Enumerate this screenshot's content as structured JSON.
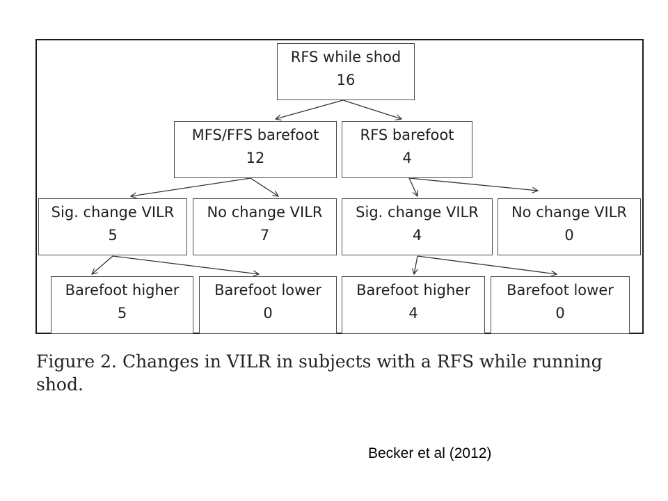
{
  "nodes": {
    "root": {
      "label": "RFS while shod",
      "count": "16"
    },
    "mfs_ffs_barefoot": {
      "label": "MFS/FFS barefoot",
      "count": "12"
    },
    "rfs_barefoot": {
      "label": "RFS barefoot",
      "count": "4"
    },
    "left_sig_change": {
      "label": "Sig. change VILR",
      "count": "5"
    },
    "left_no_change": {
      "label": "No change VILR",
      "count": "7"
    },
    "right_sig_change": {
      "label": "Sig. change VILR",
      "count": "4"
    },
    "right_no_change": {
      "label": "No change VILR",
      "count": "0"
    },
    "left_barefoot_higher": {
      "label": "Barefoot higher",
      "count": "5"
    },
    "left_barefoot_lower": {
      "label": "Barefoot lower",
      "count": "0"
    },
    "right_barefoot_higher": {
      "label": "Barefoot higher",
      "count": "4"
    },
    "right_barefoot_lower": {
      "label": "Barefoot lower",
      "count": "0"
    }
  },
  "caption": "Figure 2.  Changes in VILR in subjects with a RFS while running shod.",
  "citation": "Becker et al (2012)",
  "colors": {
    "box_border": "#4a4a4a",
    "frame_border": "#1a1a1a",
    "text": "#1e1e1e"
  }
}
